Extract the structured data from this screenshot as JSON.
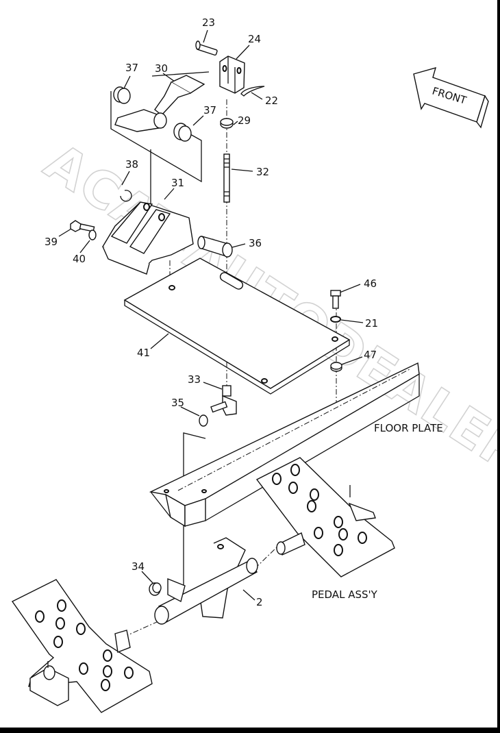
{
  "watermark": "ACAT-AUTODEALER.RU",
  "front_label": "FRONT",
  "captions": {
    "floor_plate": "FLOOR PLATE",
    "pedal_assy": "PEDAL ASS'Y"
  },
  "part_labels": {
    "p23": "23",
    "p24": "24",
    "p22": "22",
    "p37a": "37",
    "p30": "30",
    "p37b": "37",
    "p29": "29",
    "p38": "38",
    "p31": "31",
    "p32": "32",
    "p39": "39",
    "p40": "40",
    "p36": "36",
    "p46": "46",
    "p21": "21",
    "p41": "41",
    "p47": "47",
    "p33": "33",
    "p35": "35",
    "p34": "34",
    "p2": "2"
  }
}
